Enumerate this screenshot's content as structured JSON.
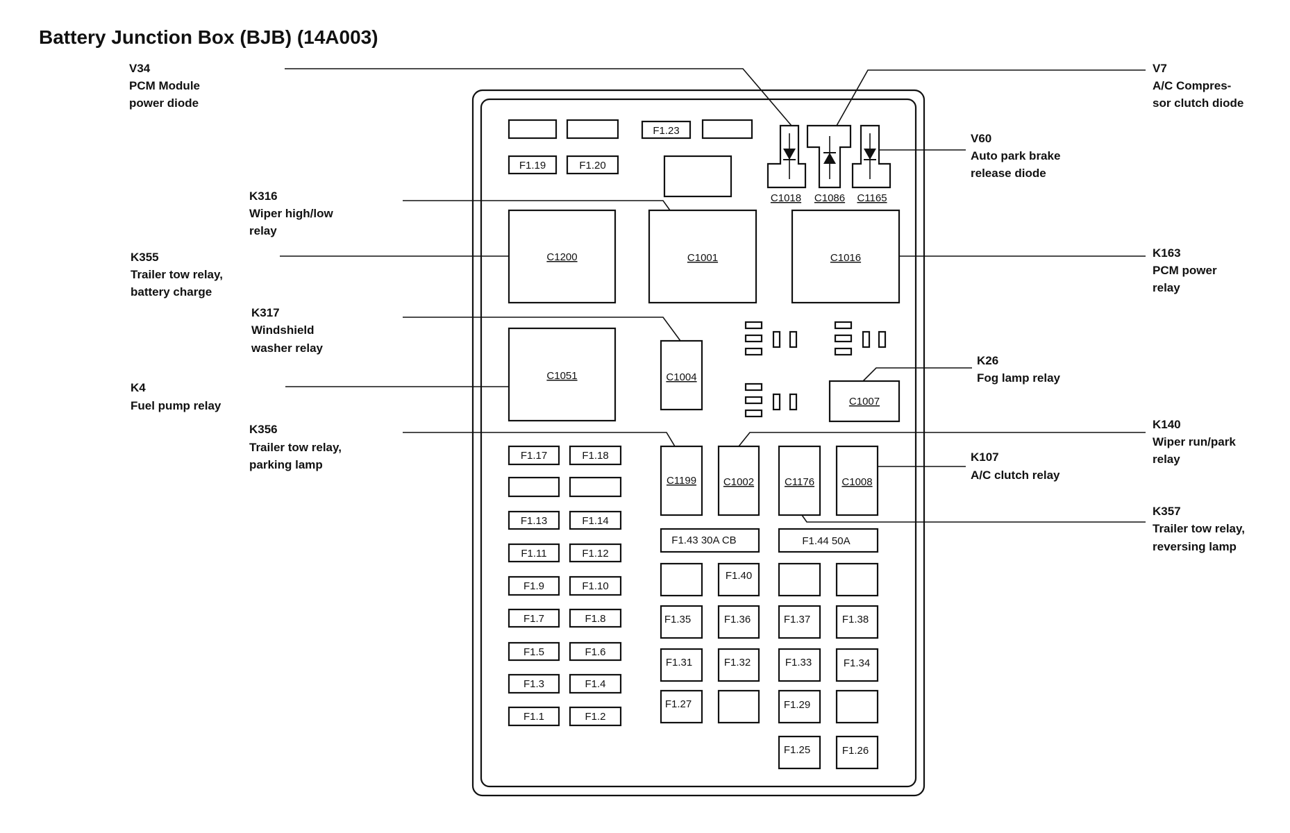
{
  "title": "Battery Junction Box (BJB) (14A003)",
  "callouts": [
    {
      "code": "V34",
      "lines": [
        "PCM Module",
        "power diode"
      ]
    },
    {
      "code": "V7",
      "lines": [
        "A/C Compres-",
        "sor clutch diode"
      ]
    },
    {
      "code": "V60",
      "lines": [
        "Auto park brake",
        "release diode"
      ]
    },
    {
      "code": "K316",
      "lines": [
        "Wiper high/low",
        "relay"
      ]
    },
    {
      "code": "K355",
      "lines": [
        "Trailer tow relay,",
        "battery charge"
      ]
    },
    {
      "code": "K163",
      "lines": [
        "PCM power",
        "relay"
      ]
    },
    {
      "code": "K317",
      "lines": [
        "Windshield",
        "washer relay"
      ]
    },
    {
      "code": "K26",
      "lines": [
        "Fog lamp relay"
      ]
    },
    {
      "code": "K4",
      "lines": [
        "Fuel pump relay"
      ]
    },
    {
      "code": "K140",
      "lines": [
        "Wiper run/park",
        "relay"
      ]
    },
    {
      "code": "K356",
      "lines": [
        "Trailer tow relay,",
        "parking lamp"
      ]
    },
    {
      "code": "K107",
      "lines": [
        "A/C clutch relay"
      ]
    },
    {
      "code": "K357",
      "lines": [
        "Trailer tow relay,",
        "reversing lamp"
      ]
    }
  ],
  "diodes": [
    {
      "connector": "C1018"
    },
    {
      "connector": "C1086"
    },
    {
      "connector": "C1165"
    }
  ],
  "relays": {
    "c1200": "C1200",
    "c1001": "C1001",
    "c1016": "C1016",
    "c1051": "C1051",
    "c1004": "C1004",
    "c1007": "C1007",
    "c1199": "C1199",
    "c1002": "C1002",
    "c1176": "C1176",
    "c1008": "C1008"
  },
  "fuses": {
    "f1_23": "F1.23",
    "f1_19": "F1.19",
    "f1_20": "F1.20",
    "f1_17": "F1.17",
    "f1_18": "F1.18",
    "f1_13": "F1.13",
    "f1_14": "F1.14",
    "f1_11": "F1.11",
    "f1_12": "F1.12",
    "f1_9": "F1.9",
    "f1_10": "F1.10",
    "f1_7": "F1.7",
    "f1_8": "F1.8",
    "f1_5": "F1.5",
    "f1_6": "F1.6",
    "f1_3": "F1.3",
    "f1_4": "F1.4",
    "f1_1": "F1.1",
    "f1_2": "F1.2",
    "f1_43": "F1.43 30A CB",
    "f1_44": "F1.44 50A",
    "f1_40": "F1.40",
    "f1_35": "F1.35",
    "f1_36": "F1.36",
    "f1_37": "F1.37",
    "f1_38": "F1.38",
    "f1_31": "F1.31",
    "f1_32": "F1.32",
    "f1_33": "F1.33",
    "f1_34": "F1.34",
    "f1_27": "F1.27",
    "f1_29": "F1.29",
    "f1_25": "F1.25",
    "f1_26": "F1.26"
  }
}
